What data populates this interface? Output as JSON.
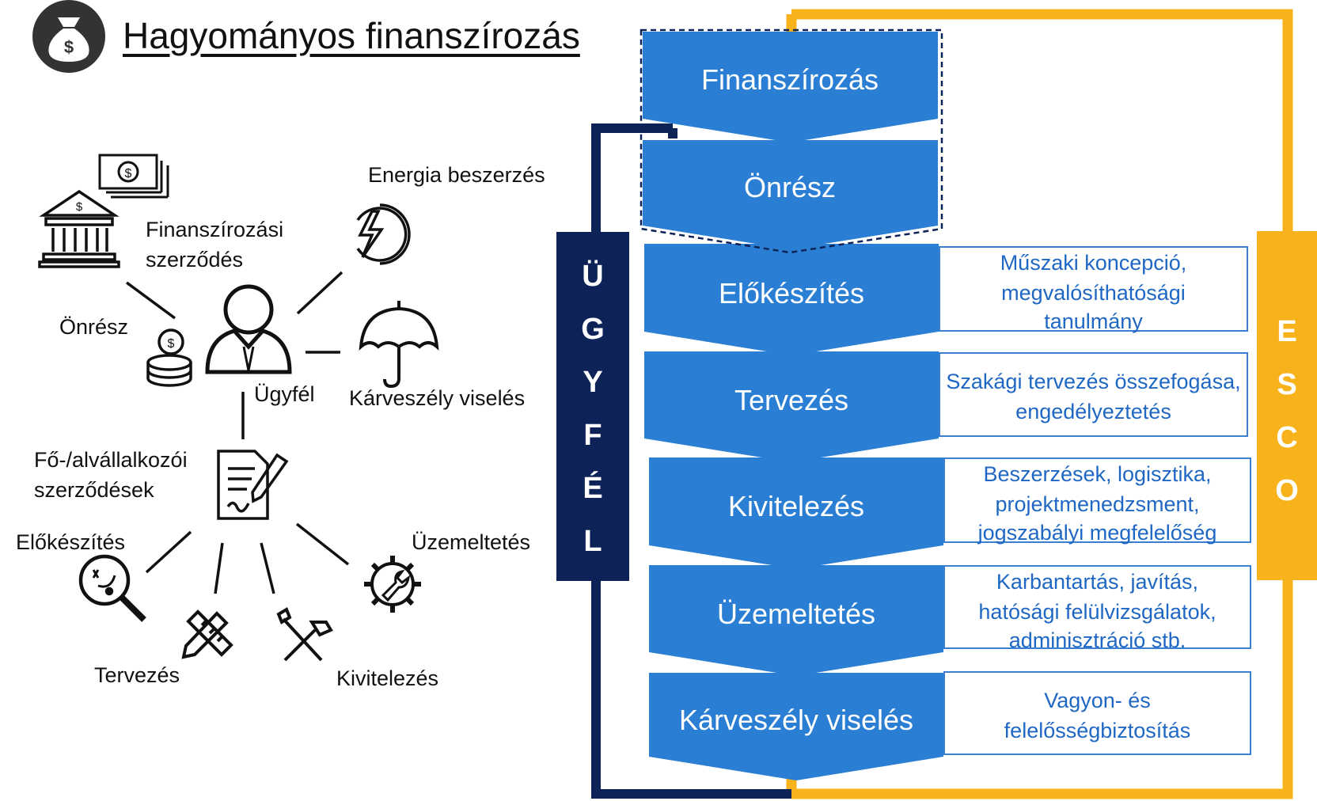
{
  "title": "Hagyományos finanszírozás",
  "icons": {
    "header": "money-bag-icon",
    "bank": "bank-icon",
    "cash": "cash-icon",
    "energy": "lightning-icon",
    "person": "person-icon",
    "coins": "coins-icon",
    "umbrella": "umbrella-icon",
    "contract": "contract-icon",
    "search": "magnifier-icon",
    "design": "pencil-ruler-icon",
    "build": "hammer-wrench-icon",
    "operate": "gear-wrench-icon"
  },
  "left": {
    "energia": "Energia beszerzés",
    "finansz_line1": "Finanszírozási",
    "finansz_line2": "szerződés",
    "onresz": "Önrész",
    "ugyfel": "Ügyfél",
    "karveszely": "Kárveszély viselés",
    "fo_line1": "Fő-/alvállalkozói",
    "fo_line2": "szerződések",
    "elokeszites": "Előkészítés",
    "uzemeltetes": "Üzemeltetés",
    "tervezes": "Tervezés",
    "kivitelezes": "Kivitelezés"
  },
  "ugyfel_letters": [
    "Ü",
    "G",
    "Y",
    "F",
    "É",
    "L"
  ],
  "esco_letters": [
    "E",
    "S",
    "C",
    "O"
  ],
  "stages": [
    {
      "label": "Finanszírozás",
      "desc": []
    },
    {
      "label": "Önrész",
      "desc": []
    },
    {
      "label": "Előkészítés",
      "desc": [
        "Műszaki koncepció,",
        "megvalósíthatósági",
        "tanulmány"
      ]
    },
    {
      "label": "Tervezés",
      "desc": [
        "Szakági tervezés összefogása,",
        "engedélyeztetés"
      ]
    },
    {
      "label": "Kivitelezés",
      "desc": [
        "Beszerzések, logisztika,",
        "projektmenedzsment,",
        "jogszabályi megfelelőség"
      ]
    },
    {
      "label": "Üzemeltetés",
      "desc": [
        "Karbantartás, javítás,",
        "hatósági felülvizsgálatok,",
        "adminisztráció stb."
      ]
    },
    {
      "label": "Kárveszély viselés",
      "desc": [
        "Vagyon- és",
        "felelősségbiztosítás"
      ]
    }
  ],
  "colors": {
    "navy": "#0d2358",
    "orange": "#f7b21c",
    "chevron": "#2a7fd4",
    "desc_text": "#1f67c4"
  }
}
